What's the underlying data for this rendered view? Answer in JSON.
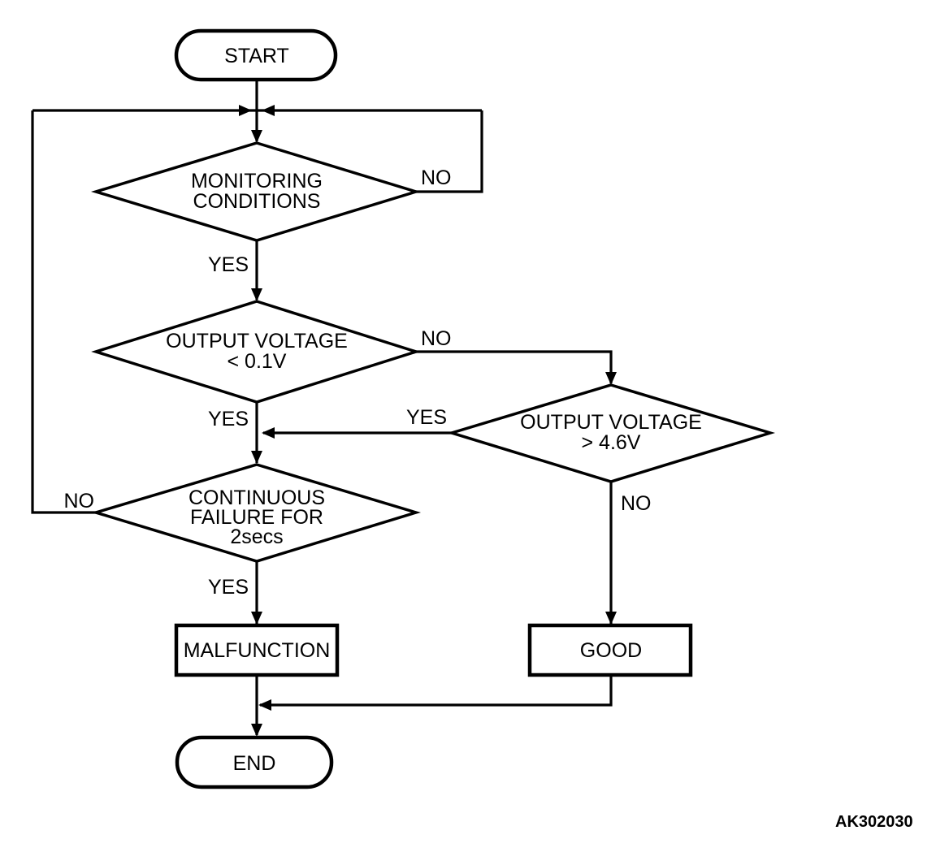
{
  "diagram": {
    "title_code": "AK302030",
    "colors": {
      "line": "#000000",
      "background": "#ffffff"
    },
    "nodes": {
      "start": {
        "label": "START"
      },
      "monitoring": {
        "lines": [
          "MONITORING",
          "CONDITIONS"
        ]
      },
      "voltage_low": {
        "lines": [
          "OUTPUT VOLTAGE",
          "< 0.1V"
        ]
      },
      "voltage_high": {
        "lines": [
          "OUTPUT VOLTAGE",
          "> 4.6V"
        ]
      },
      "continuous_failure": {
        "lines": [
          "CONTINUOUS",
          "FAILURE FOR",
          "2secs"
        ]
      },
      "malfunction": {
        "label": "MALFUNCTION"
      },
      "good": {
        "label": "GOOD"
      },
      "end": {
        "label": "END"
      }
    },
    "edge_labels": {
      "monitoring_no": "NO",
      "monitoring_yes": "YES",
      "voltage_low_no": "NO",
      "voltage_low_yes": "YES",
      "voltage_high_yes": "YES",
      "voltage_high_no": "NO",
      "continuous_no": "NO",
      "continuous_yes": "YES"
    }
  }
}
